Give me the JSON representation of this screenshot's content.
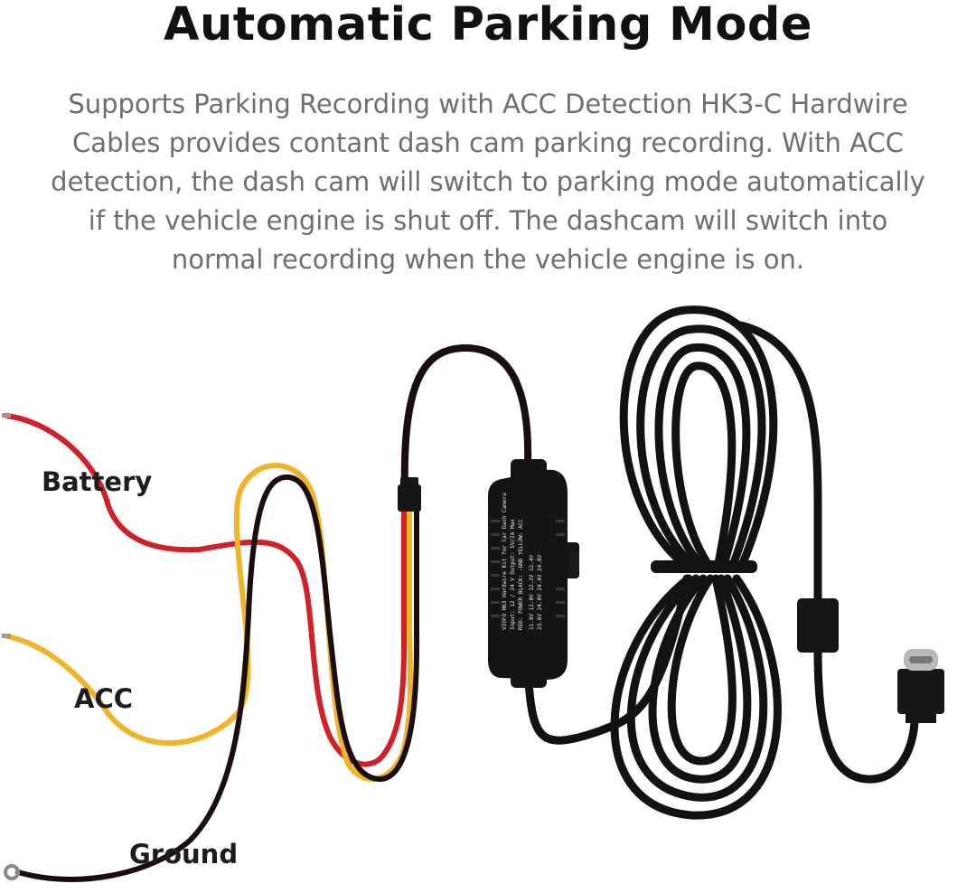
{
  "header": {
    "title": "Automatic Parking Mode",
    "description_lines": [
      "Supports Parking Recording with ACC Detection HK3-C Hardwire",
      "Cables provides contant dash cam parking recording. With ACC",
      "detection, the dash cam will switch to parking mode automatically",
      "if the vehicle engine is shut off. The dashcam will switch into",
      "normal recording when the vehicle engine is on."
    ]
  },
  "diagram": {
    "labels": {
      "battery": "Battery",
      "acc": "ACC",
      "ground": "Ground"
    },
    "converter_box": {
      "model_line": "VIOFO HK3 Hardwire Kit for Car Dash Camera",
      "spec_line": "Input: 12 / 24 V Output: 5V/2A Max",
      "wires_line": "RED: POWER  BLACK: -GND  YELLOW: ACC",
      "threshold_a": "11.8V  12.0V  12.2V  12.4V",
      "threshold_b": "23.6V  24.0V  24.4V  24.8V"
    },
    "colors": {
      "red_wire": "#d0202a",
      "yellow_wire": "#f0b429",
      "black_wire": "#1a0e0c",
      "cable": "#121212"
    }
  }
}
